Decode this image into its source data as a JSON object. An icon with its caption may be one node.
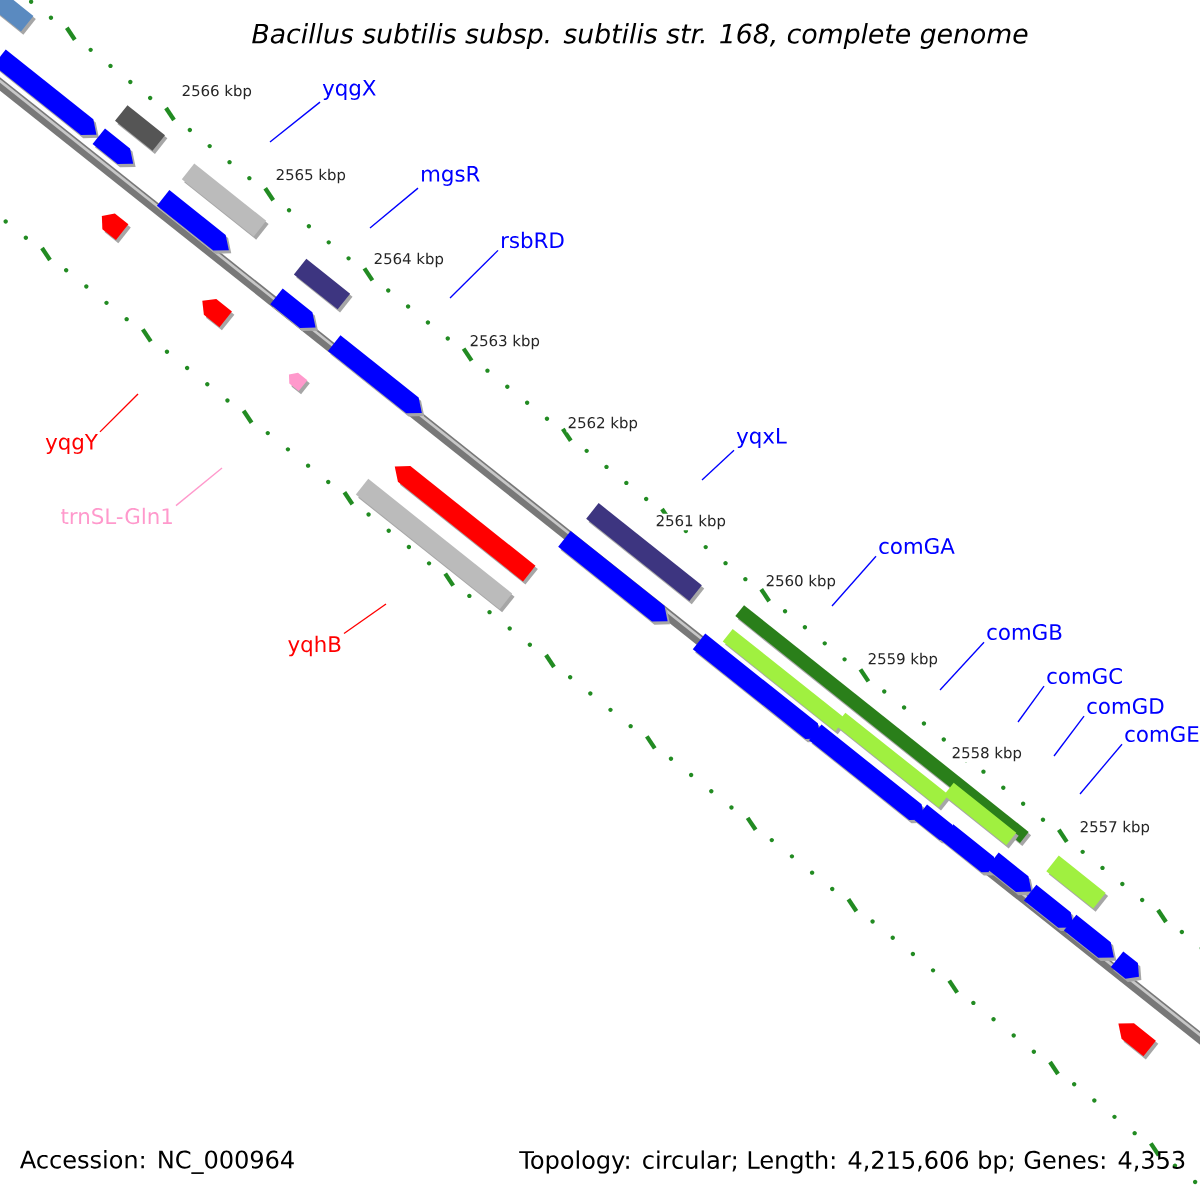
{
  "diagram": {
    "title": "Bacillus subtilis subsp. subtilis str. 168, complete genome",
    "nodes": [
      {
        "text": [
          "yqgX"
        ]
      },
      {
        "text": [
          "mgsR"
        ]
      },
      {
        "text": [
          "rsbRD"
        ]
      },
      {
        "text": [
          "yqxL"
        ]
      },
      {
        "text": [
          "comGA"
        ]
      },
      {
        "text": [
          "comGB"
        ]
      },
      {
        "text": [
          "comGC"
        ]
      },
      {
        "text": [
          "comGD"
        ]
      },
      {
        "text": [
          "comGE"
        ]
      },
      {
        "text": [
          "yqgY"
        ]
      },
      {
        "text": [
          "trnSL-Gln1"
        ]
      },
      {
        "text": [
          "yqhB"
        ]
      }
    ],
    "edges": [
      {
        "from": 0,
        "to": null,
        "arrow": "none"
      },
      {
        "from": 1,
        "to": null,
        "arrow": "none"
      },
      {
        "from": 2,
        "to": null,
        "arrow": "none"
      },
      {
        "from": 3,
        "to": null,
        "arrow": "none"
      },
      {
        "from": 4,
        "to": null,
        "arrow": "none"
      },
      {
        "from": 5,
        "to": null,
        "arrow": "none"
      },
      {
        "from": 6,
        "to": null,
        "arrow": "none"
      },
      {
        "from": 7,
        "to": null,
        "arrow": "none"
      },
      {
        "from": 8,
        "to": null,
        "arrow": "none"
      },
      {
        "from": 9,
        "to": null,
        "arrow": "none",
        "color": "#ff0000"
      },
      {
        "from": 10,
        "to": null,
        "arrow": "none",
        "color": "#ff99cc"
      },
      {
        "from": 11,
        "to": null,
        "arrow": "none",
        "color": "#ff0000"
      }
    ],
    "labels": [
      "2566 kbp",
      "2565 kbp",
      "2564 kbp",
      "2563 kbp",
      "2562 kbp",
      "2561 kbp",
      "2560 kbp",
      "2559 kbp",
      "2558 kbp",
      "2557 kbp",
      "Accession: NC_000964",
      "Topology: circular; Length: 4,215,606 bp; Genes: 4,353"
    ]
  }
}
